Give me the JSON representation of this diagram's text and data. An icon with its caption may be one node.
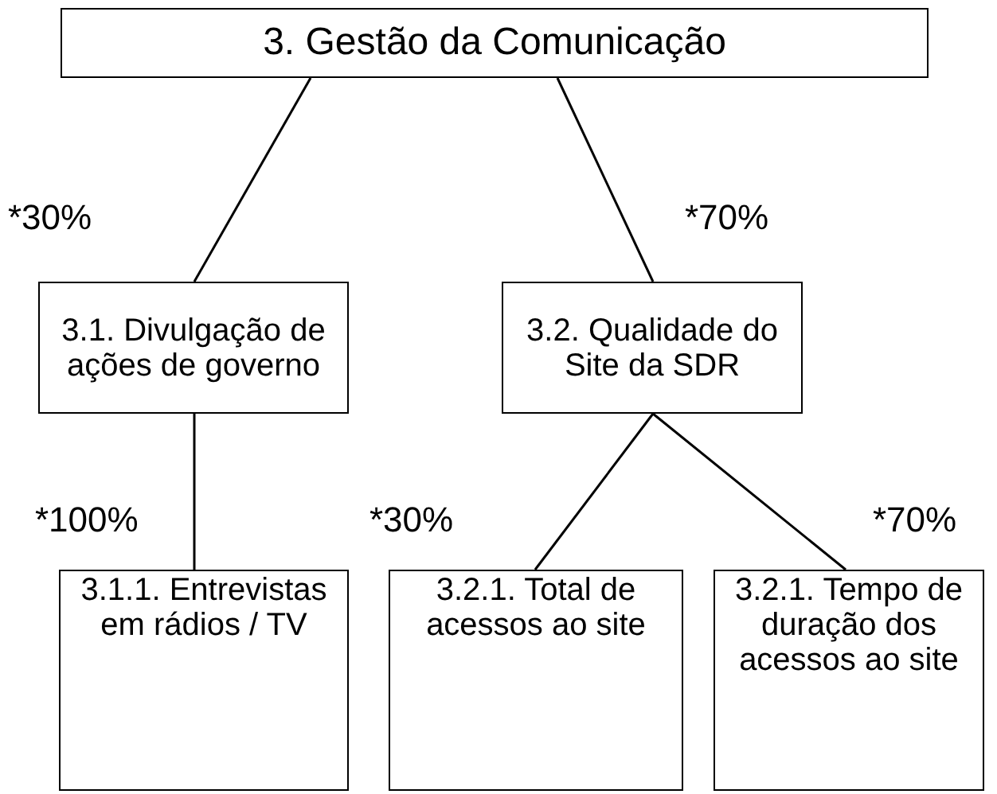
{
  "diagram": {
    "nodes": [
      {
        "text": [
          "3. Gestão da Comunicação"
        ]
      },
      {
        "text": [
          "3.1. Divulgação de ações de governo"
        ]
      },
      {
        "text": [
          "3.2. Qualidade do Site da SDR"
        ]
      },
      {
        "text": [
          "3.1.1. Entrevistas em rádios / TV"
        ]
      },
      {
        "text": [
          "3.2.1. Total de acessos ao site"
        ]
      },
      {
        "text": [
          "3.2.1. Tempo de duração dos acessos ao site"
        ]
      }
    ],
    "edges": [
      {
        "from": 0,
        "to": 1,
        "arrow": "none",
        "label": "*30%"
      },
      {
        "from": 0,
        "to": 2,
        "arrow": "none",
        "label": "*70%"
      },
      {
        "from": 1,
        "to": 3,
        "arrow": "none",
        "label": "*100%"
      },
      {
        "from": 2,
        "to": 4,
        "arrow": "none",
        "label": "*30%"
      },
      {
        "from": 2,
        "to": 5,
        "arrow": "none",
        "label": "*70%"
      }
    ]
  }
}
